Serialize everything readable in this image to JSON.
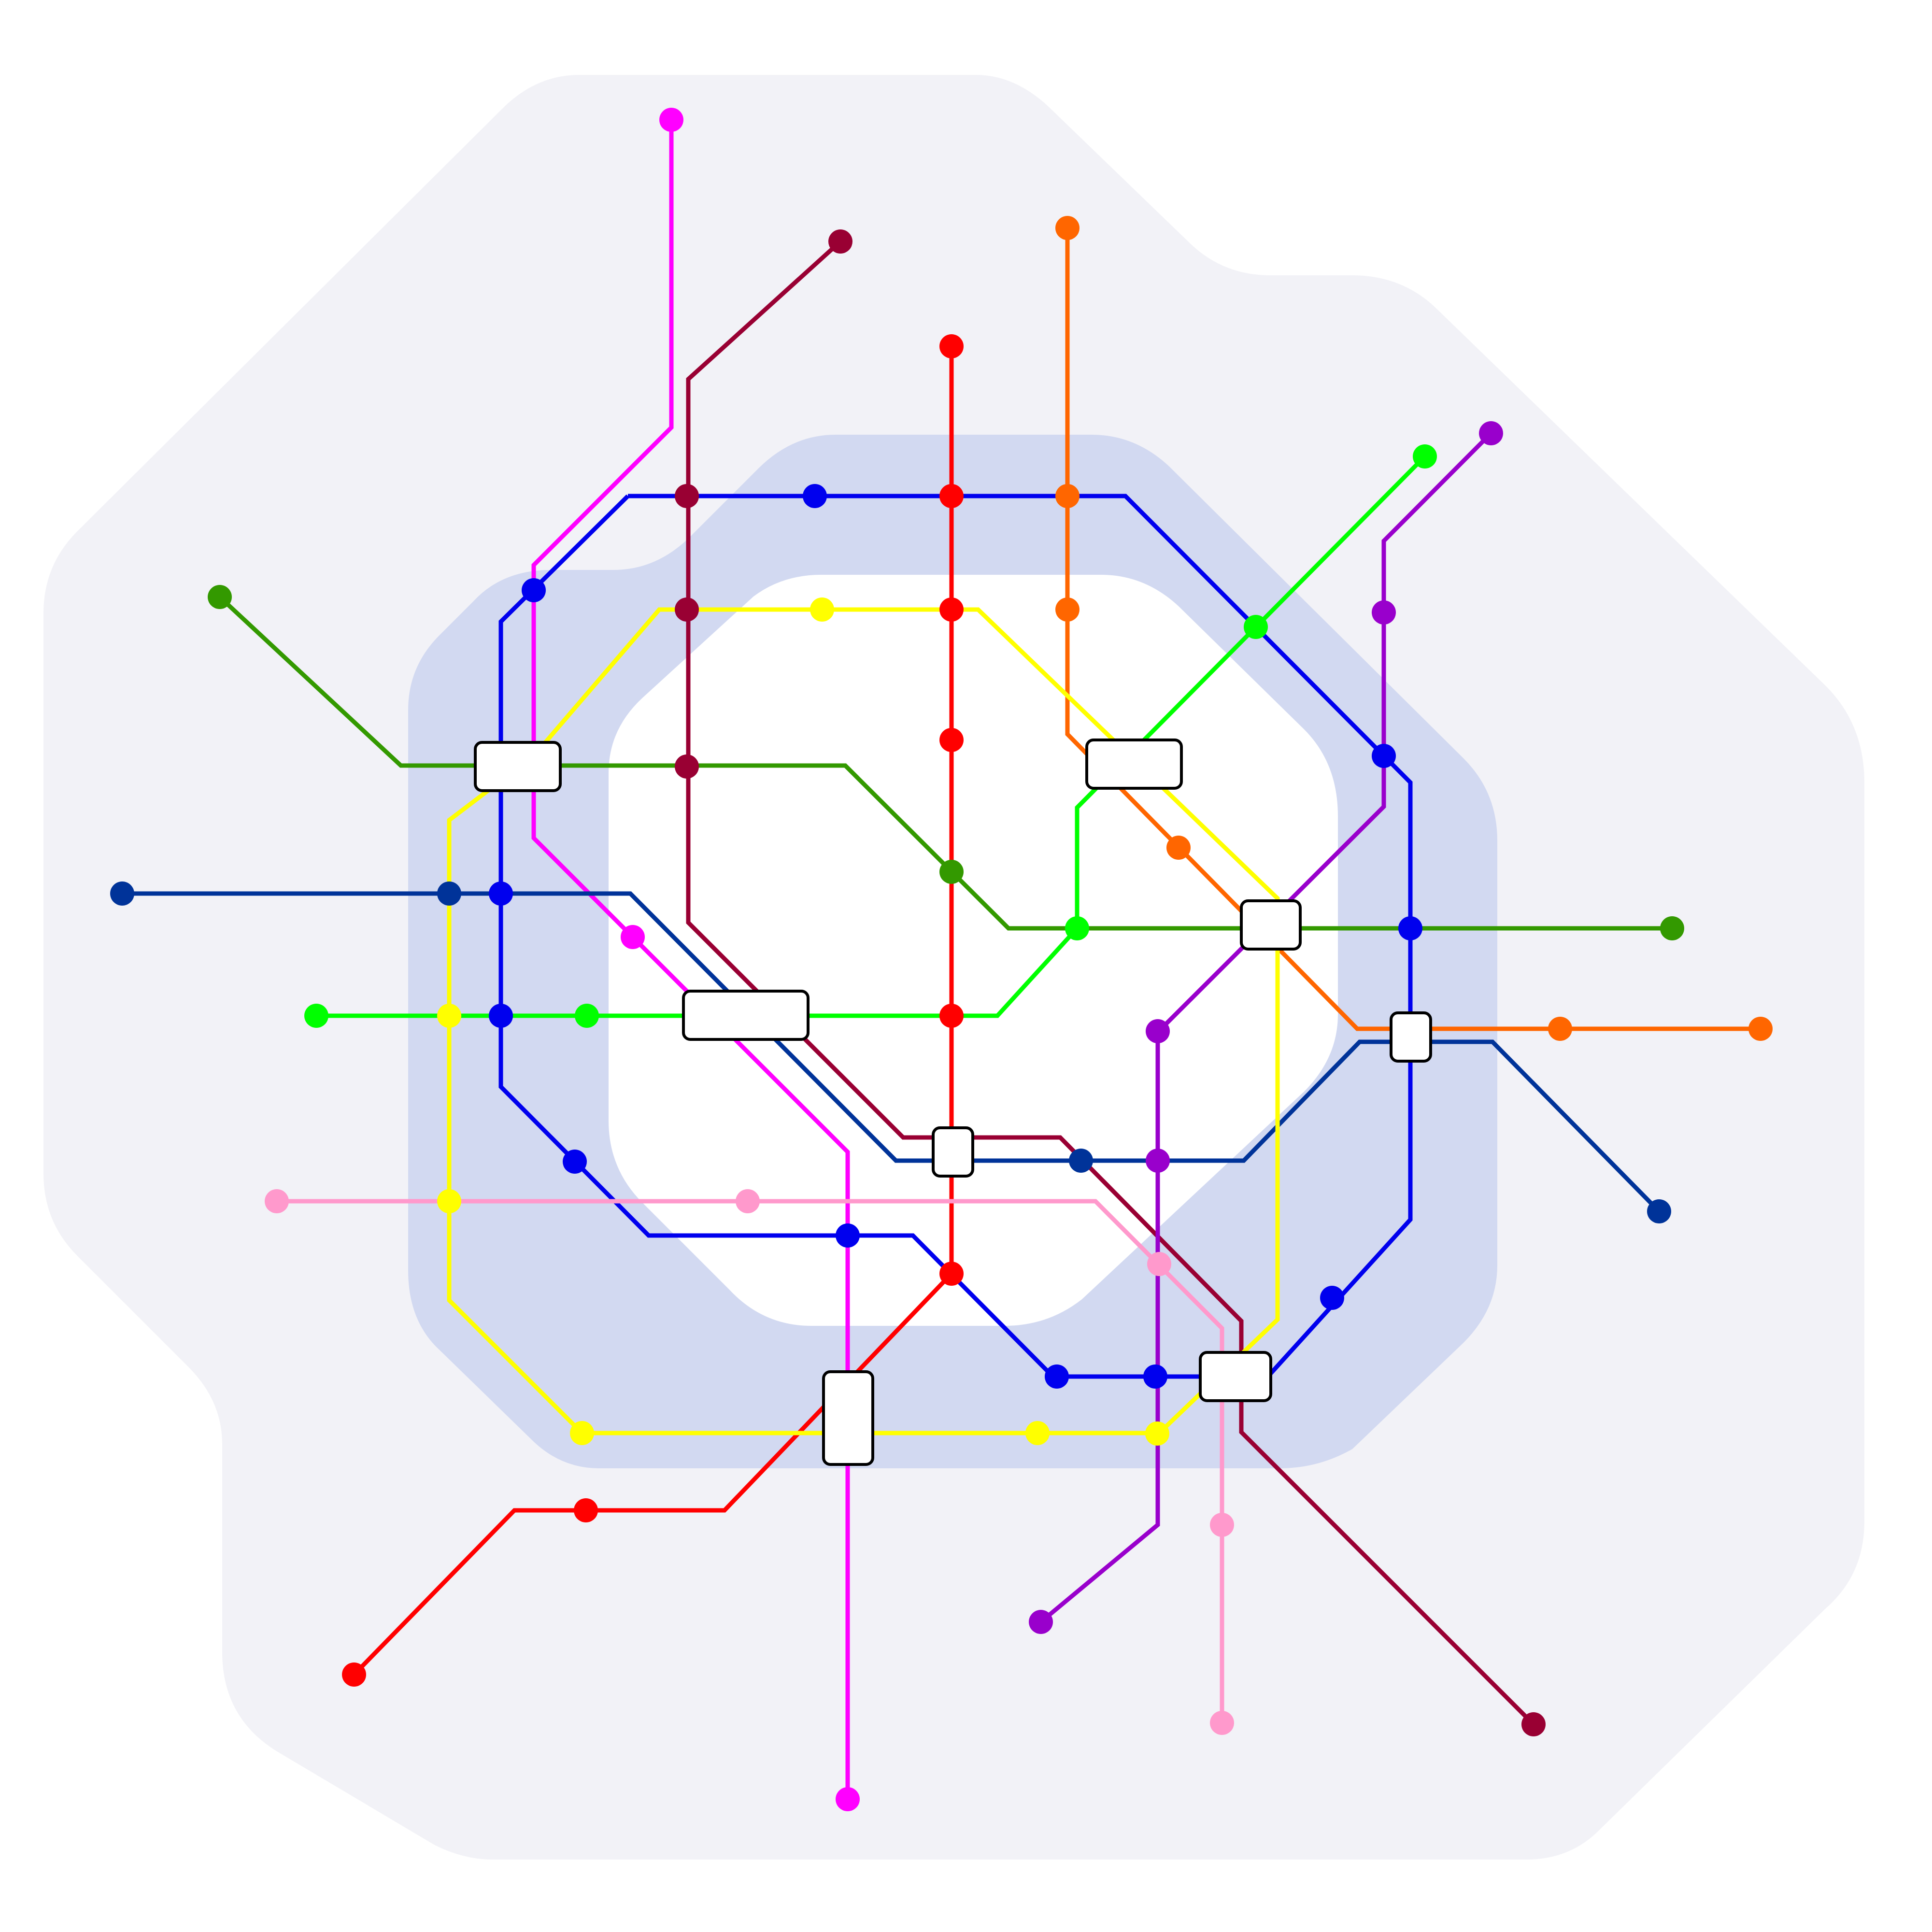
{
  "map": {
    "zone_colors": {
      "outer": "#f2f2f7",
      "middle": "#d2d9f1",
      "inner": "#ffffff"
    },
    "lines": [
      {
        "id": "magenta",
        "color": "#ff00ff"
      },
      {
        "id": "maroon",
        "color": "#990033"
      },
      {
        "id": "red",
        "color": "#ff0000"
      },
      {
        "id": "orange",
        "color": "#ff6600"
      },
      {
        "id": "blue",
        "color": "#0000ee"
      },
      {
        "id": "navy",
        "color": "#003399"
      },
      {
        "id": "yellow",
        "color": "#ffff00"
      },
      {
        "id": "lime",
        "color": "#00ff00"
      },
      {
        "id": "green",
        "color": "#339900"
      },
      {
        "id": "purple",
        "color": "#9900cc"
      },
      {
        "id": "pink",
        "color": "#ff99cc"
      }
    ],
    "station_labels": []
  }
}
